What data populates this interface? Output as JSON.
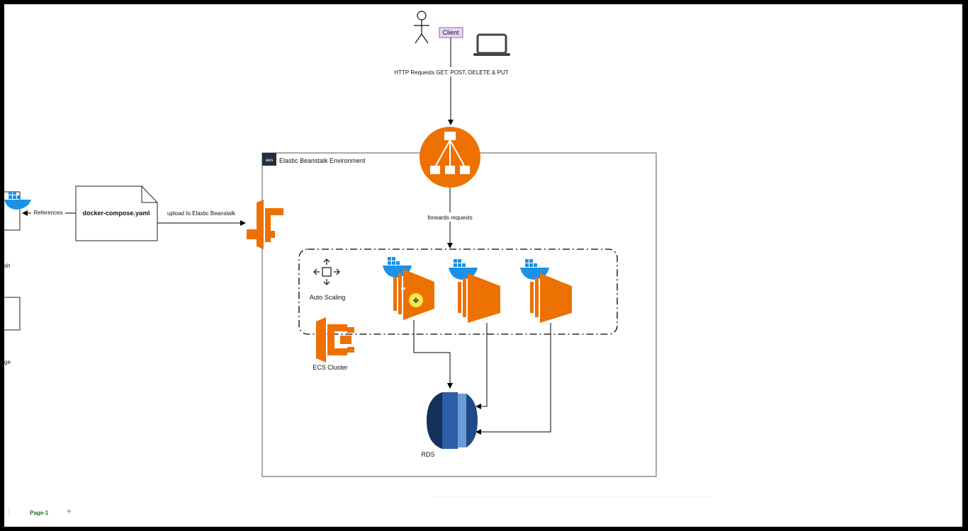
{
  "diagram": {
    "client_label": "Client",
    "http_label": "HTTP Requests GET, POST, DELETE & PUT",
    "env_label": "Elastic Beanstalk Environment",
    "aws_badge": "aws",
    "forwards_label": "forwards requests",
    "compose_label": "docker-compose.yaml",
    "upload_label": "upload to Elastic Beanstalk",
    "references_label": "References",
    "autoscaling_label": "Auto Scaling",
    "ecs_label": "ECS Cluster",
    "rds_label": "RDS",
    "left_cut_1": "sh",
    "left_cut_2": "ge"
  },
  "pages": {
    "menu_icon": "⋮",
    "tab": "Page-1",
    "add": "+"
  },
  "colors": {
    "aws_orange": "#ED7100",
    "docker_blue": "#1D91E6",
    "rds_blue": "#2E5EA6",
    "client_fill": "#E9D7F4"
  }
}
